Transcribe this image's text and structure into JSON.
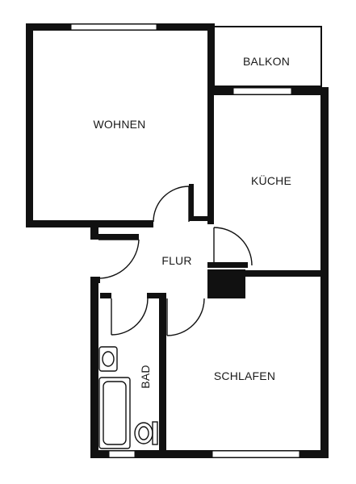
{
  "rooms": {
    "wohnen": "WOHNEN",
    "balkon": "BALKON",
    "kueche": "KÜCHE",
    "flur": "FLUR",
    "bad": "BAD",
    "schlafen": "SCHLAFEN"
  },
  "colors": {
    "wall": "#111111",
    "background": "#ffffff"
  }
}
